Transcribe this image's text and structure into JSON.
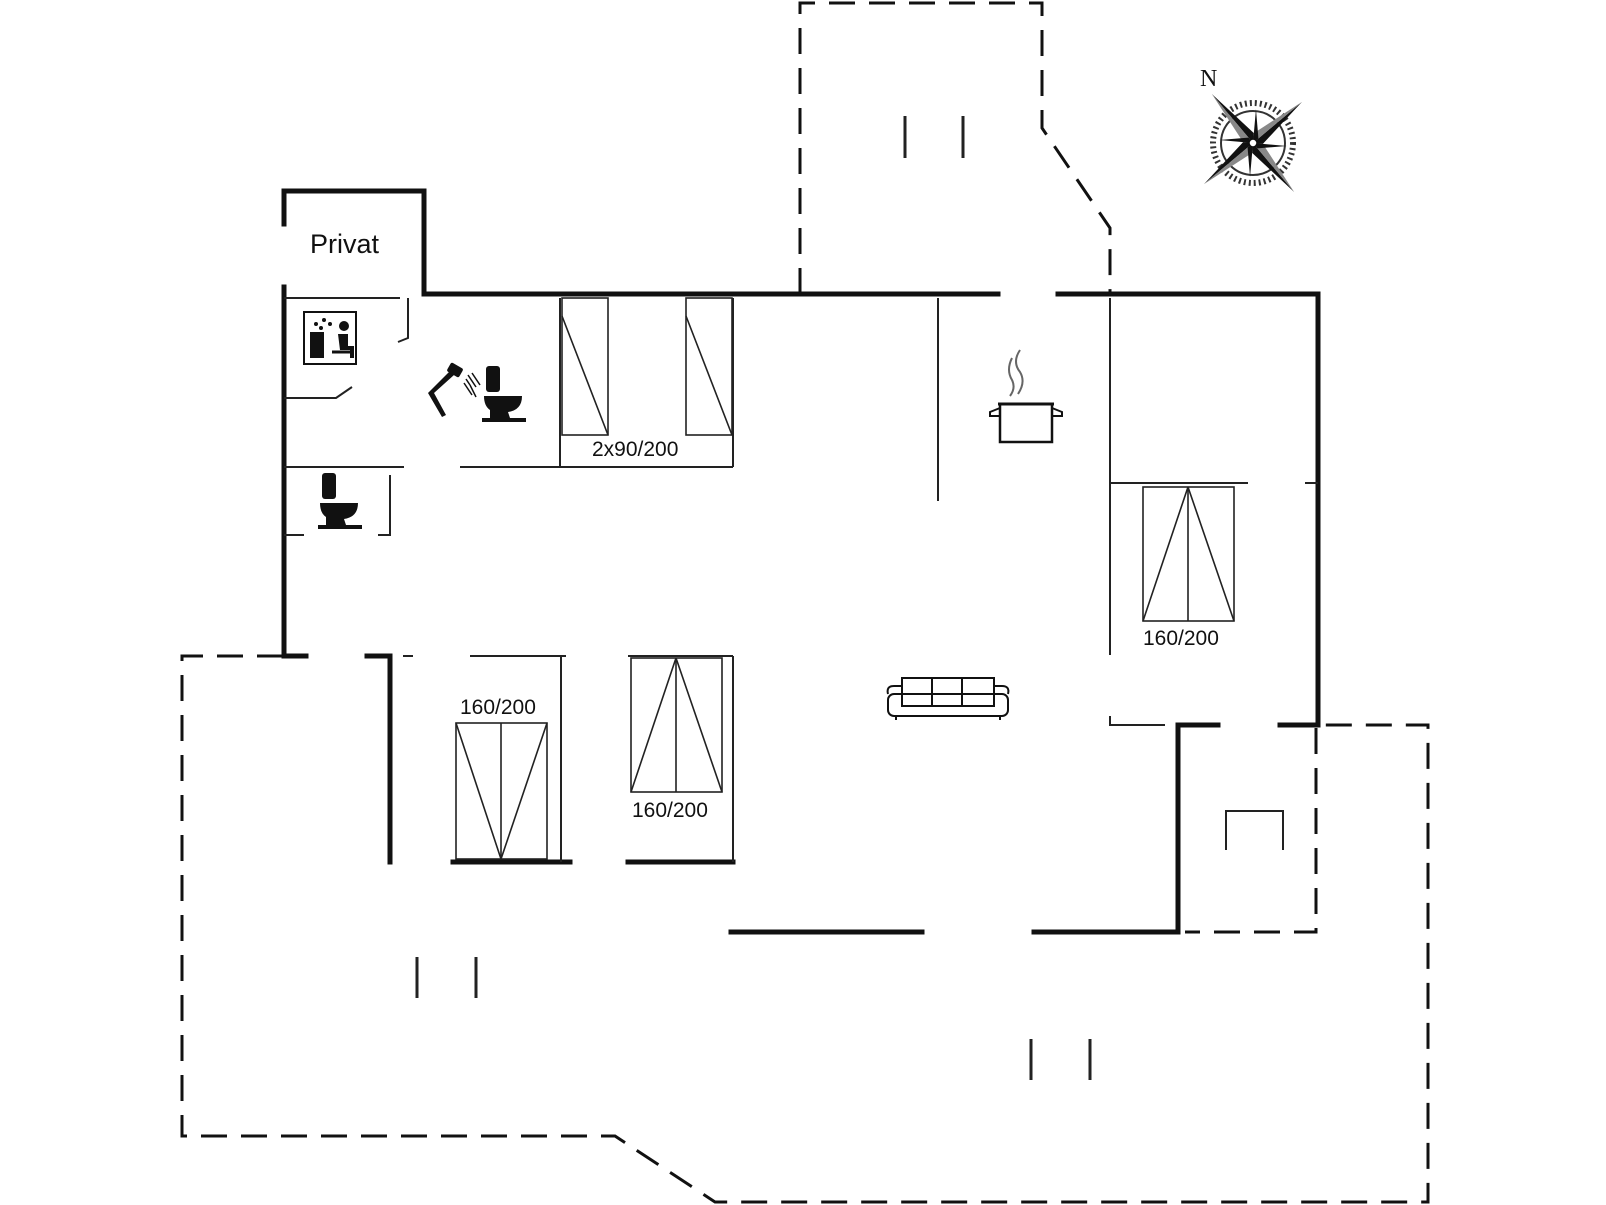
{
  "rooms": {
    "private_label": "Privat"
  },
  "beds": [
    {
      "label": "2x90/200"
    },
    {
      "label": "160/200"
    },
    {
      "label": "160/200"
    },
    {
      "label": "160/200"
    }
  ],
  "compass": {
    "north_label": "N"
  },
  "icons": [
    "sauna-icon",
    "shower-icon",
    "toilet-icon",
    "toilet-icon",
    "cooking-pot-icon",
    "sofa-icon",
    "bed-icon"
  ]
}
